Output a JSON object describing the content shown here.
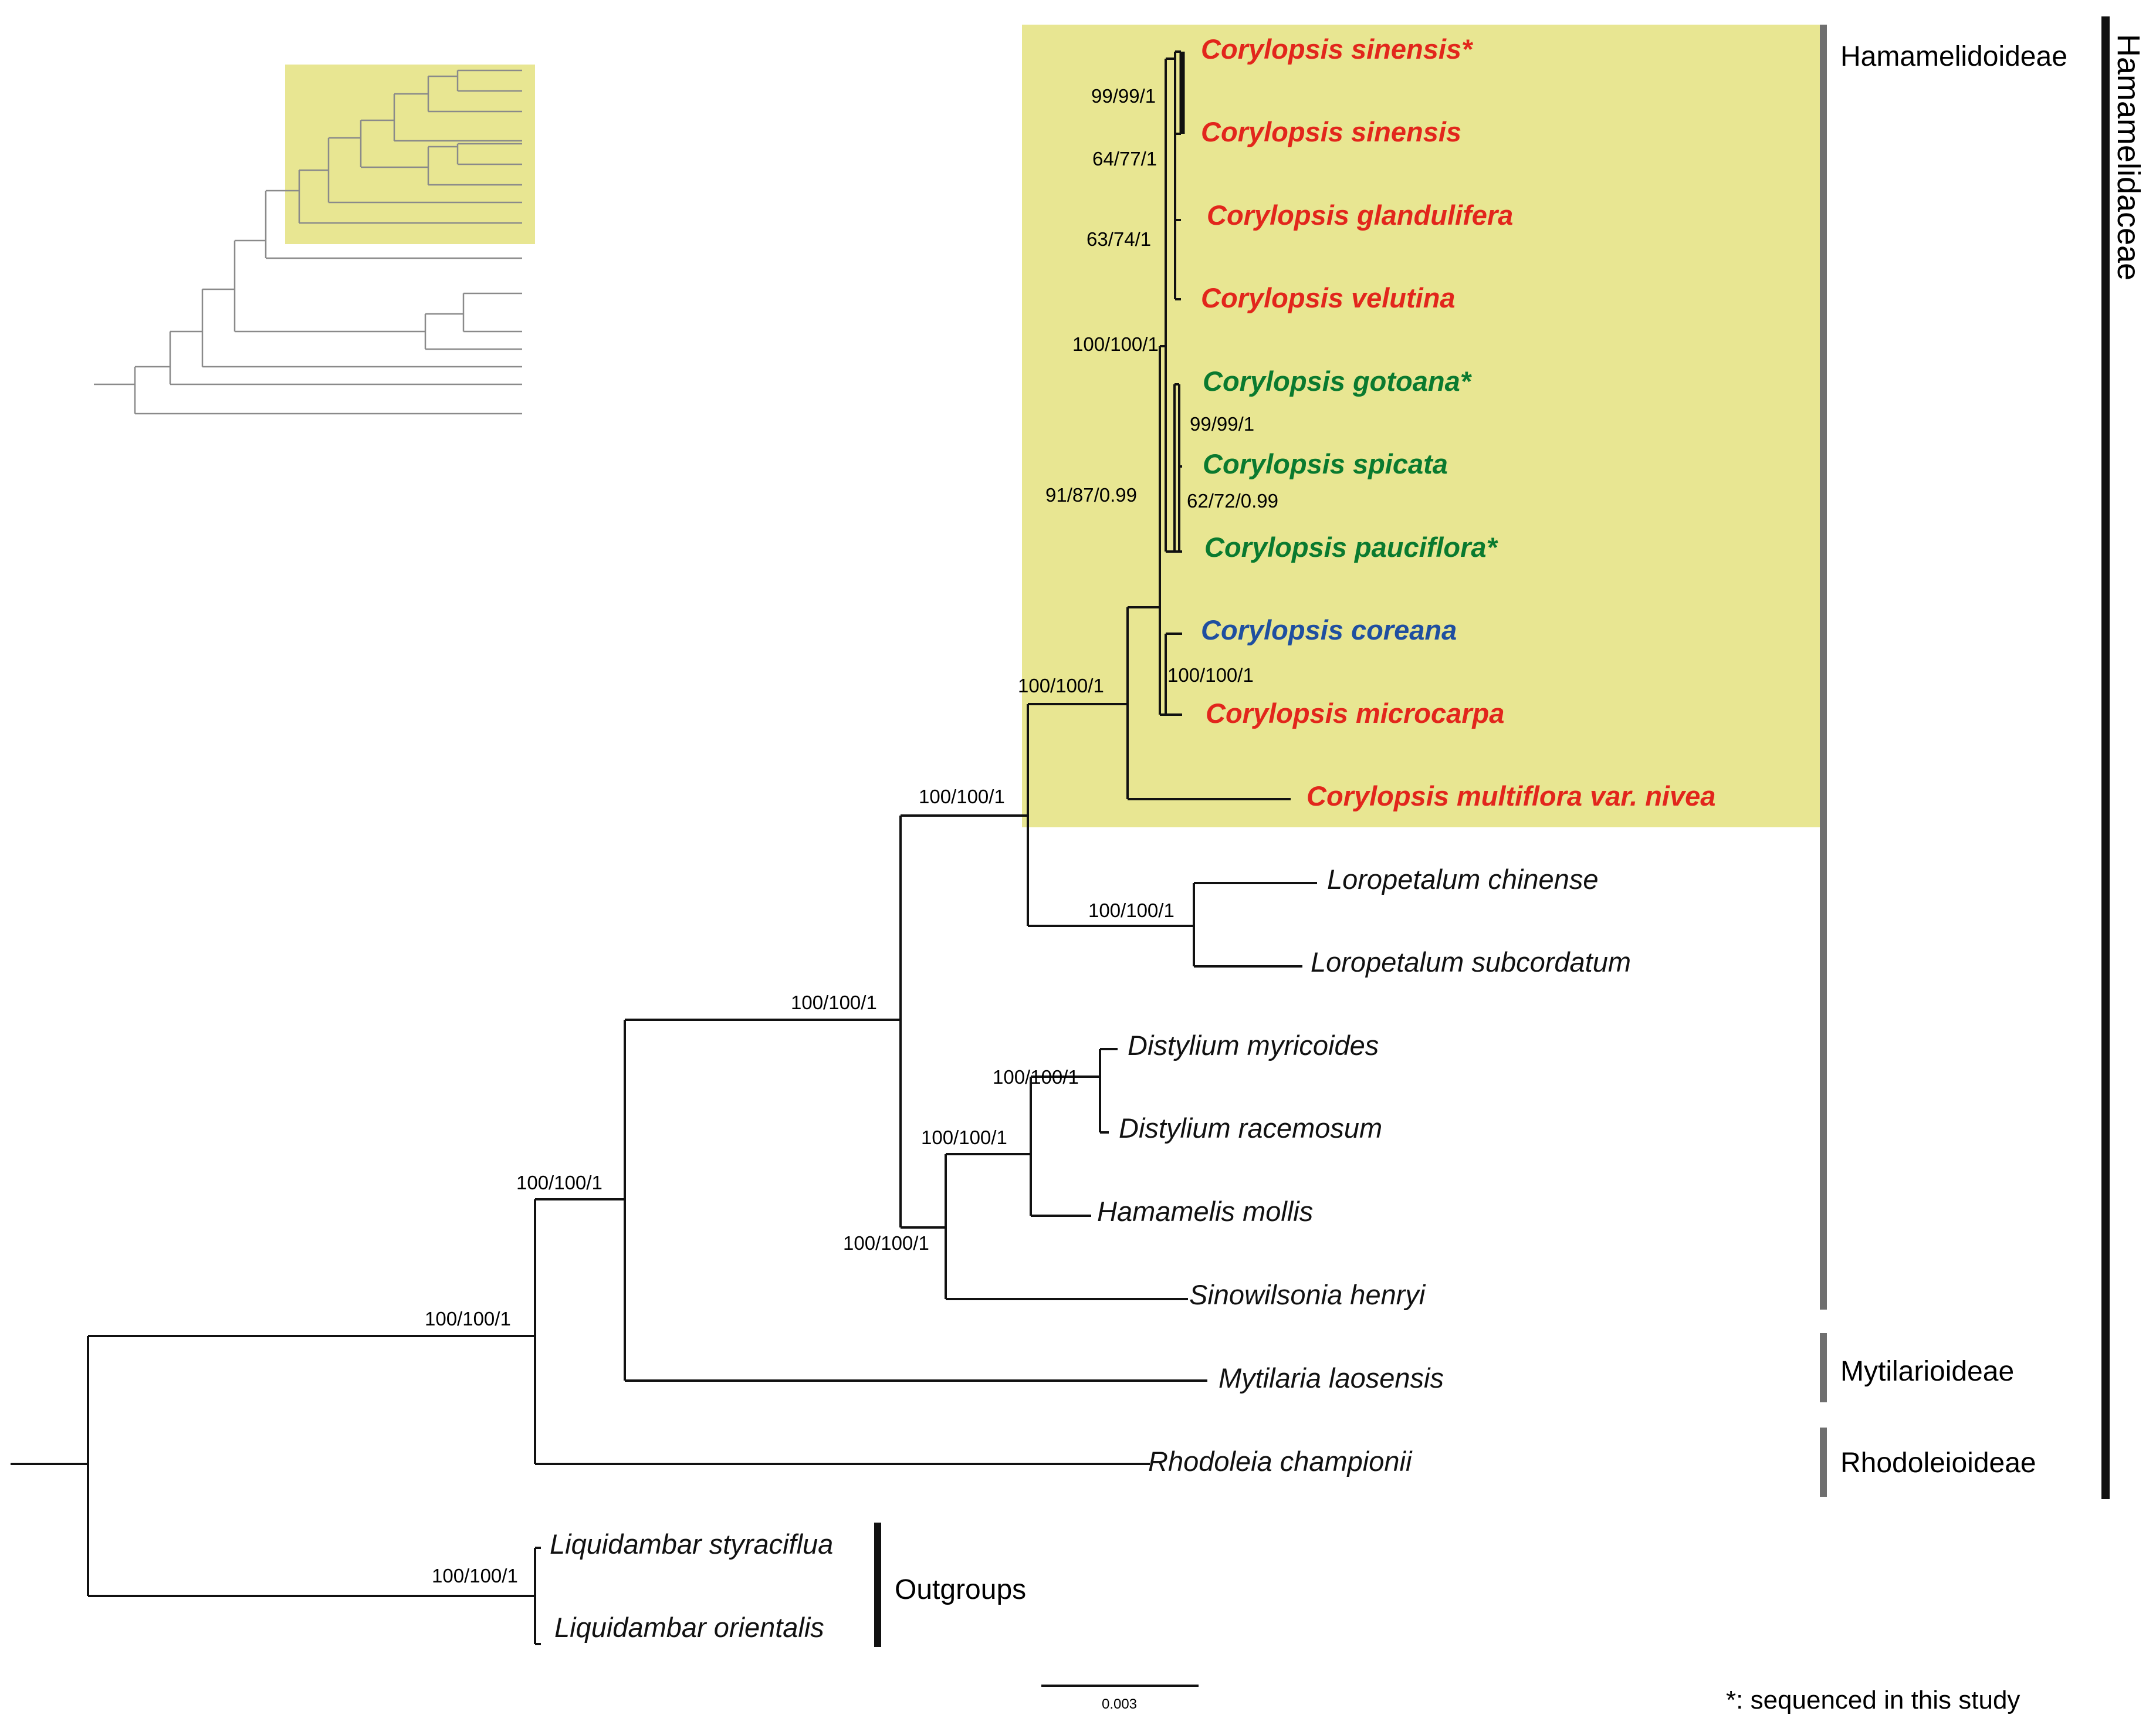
{
  "colors": {
    "highlight": "#e8e692",
    "red": "#e2261c",
    "green": "#0a7a2f",
    "blue": "#1f4fa0",
    "black": "#111111",
    "grey_bar": "#6f6f6f"
  },
  "taxa": {
    "corylopsis_sinensis_star": "Corylopsis sinensis*",
    "corylopsis_sinensis": "Corylopsis sinensis",
    "corylopsis_glandulifera": "Corylopsis glandulifera",
    "corylopsis_velutina": "Corylopsis velutina",
    "corylopsis_gotoana_star": "Corylopsis gotoana*",
    "corylopsis_spicata": "Corylopsis spicata",
    "corylopsis_pauciflora_star": "Corylopsis pauciflora*",
    "corylopsis_coreana": "Corylopsis coreana",
    "corylopsis_microcarpa": "Corylopsis microcarpa",
    "corylopsis_multiflora": "Corylopsis multiflora var. nivea",
    "loropetalum_chinense": "Loropetalum chinense",
    "loropetalum_subcordatum": "Loropetalum subcordatum",
    "distylium_myricoides": "Distylium myricoides",
    "distylium_racemosum": "Distylium racemosum",
    "hamamelis_mollis": "Hamamelis mollis",
    "sinowilsonia_henryi": "Sinowilsonia henryi",
    "mytilaria_laosensis": "Mytilaria laosensis",
    "rhodoleia_championii": "Rhodoleia championii",
    "liquidambar_styraciflua": "Liquidambar styraciflua",
    "liquidambar_orientalis": "Liquidambar orientalis"
  },
  "support": {
    "s1": "99/99/1",
    "s2": "64/77/1",
    "s3": "63/74/1",
    "s4": "100/100/1",
    "s5": "99/99/1",
    "s6": "91/87/0.99",
    "s7": "62/72/0.99",
    "s8": "100/100/1",
    "s9": "100/100/1",
    "s10": "100/100/1",
    "s11": "100/100/1",
    "s12": "100/100/1",
    "s13": "100/100/1",
    "s14": "100/100/1",
    "s15": "100/100/1",
    "s16": "100/100/1",
    "s17": "100/100/1",
    "s18": "100/100/1"
  },
  "clades": {
    "hamamelidoideae": "Hamamelidoideae",
    "mytilarioideae": "Mytilarioideae",
    "rhodoleioideae": "Rhodoleioideae",
    "outgroups": "Outgroups",
    "family": "Hamamelidaceae"
  },
  "scale": {
    "value": "0.003"
  },
  "footnote": "*: sequenced in this study"
}
